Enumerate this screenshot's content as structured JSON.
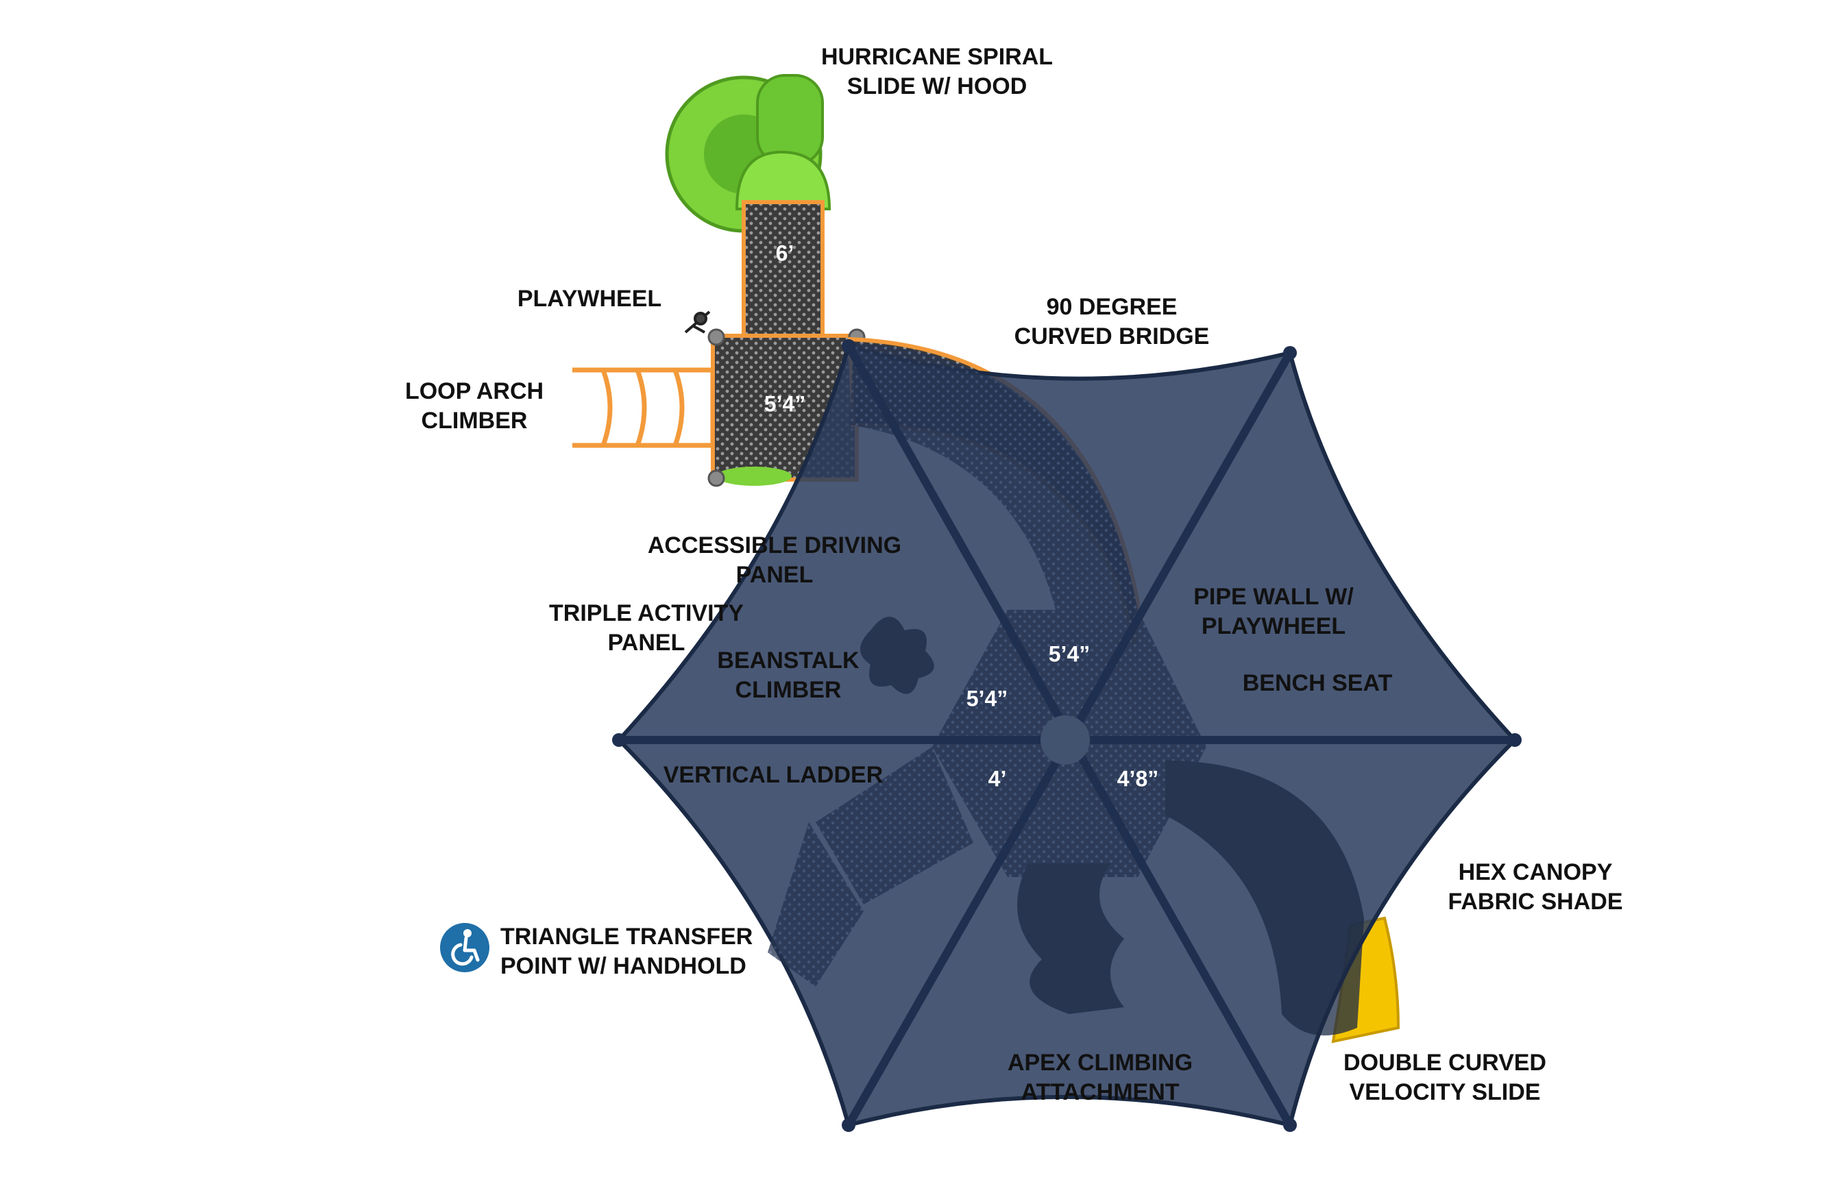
{
  "labels": {
    "hurricane_slide": [
      "HURRICANE SPIRAL",
      "SLIDE W/ HOOD"
    ],
    "playwheel": [
      "PLAYWHEEL"
    ],
    "curved_bridge": [
      "90 DEGREE",
      "CURVED BRIDGE"
    ],
    "loop_arch": [
      "LOOP ARCH",
      "CLIMBER"
    ],
    "accessible_driving": [
      "ACCESSIBLE DRIVING",
      "PANEL"
    ],
    "triple_activity": [
      "TRIPLE ACTIVITY",
      "PANEL"
    ],
    "beanstalk": [
      "BEANSTALK",
      "CLIMBER"
    ],
    "pipe_wall": [
      "PIPE WALL W/",
      "PLAYWHEEL"
    ],
    "bench_seat": [
      "BENCH SEAT"
    ],
    "vertical_ladder": [
      "VERTICAL LADDER"
    ],
    "hex_canopy": [
      "HEX CANOPY",
      "FABRIC SHADE"
    ],
    "triangle_transfer": [
      "TRIANGLE TRANSFER",
      "POINT W/ HANDHOLD"
    ],
    "apex_climbing": [
      "APEX CLIMBING",
      "ATTACHMENT"
    ],
    "double_curved": [
      "DOUBLE CURVED",
      "VELOCITY SLIDE"
    ]
  },
  "heights": {
    "tower_top": "6’",
    "tower_square": "5’4”",
    "hex_top": "5’4”",
    "hex_left": "5’4”",
    "hex_bottom_left": "4’",
    "hex_bottom_right": "4’8”"
  },
  "icons": {
    "accessibility": "wheelchair-accessibility-icon"
  },
  "colors": {
    "canopy": "#2b3d5e",
    "deck": "#3a3a3a",
    "spiral_slide": "#7ed23a",
    "loop_arch": "#f39a3a",
    "velocity_slide": "#f4c400",
    "accessibility_badge": "#1f6fa8"
  }
}
